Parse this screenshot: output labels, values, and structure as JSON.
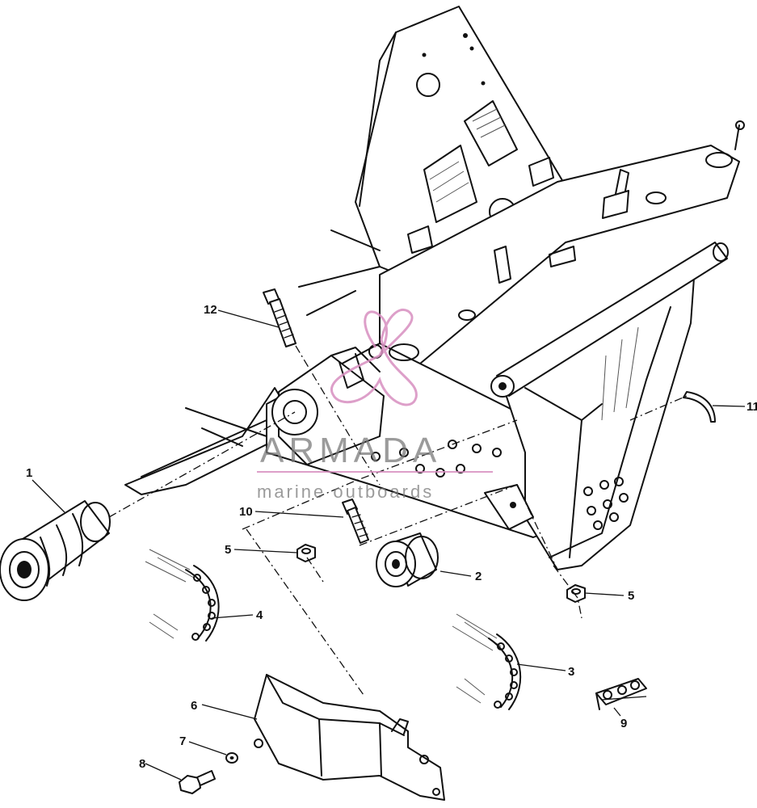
{
  "diagram": {
    "callouts": [
      "1",
      "2",
      "3",
      "4",
      "5",
      "5",
      "6",
      "7",
      "8",
      "9",
      "10",
      "11",
      "12"
    ]
  },
  "watermark": {
    "name": "ARMADA",
    "tagline": "marine outboards",
    "mark_color": "#d88fc0",
    "text_color": "#7a7a7a"
  }
}
